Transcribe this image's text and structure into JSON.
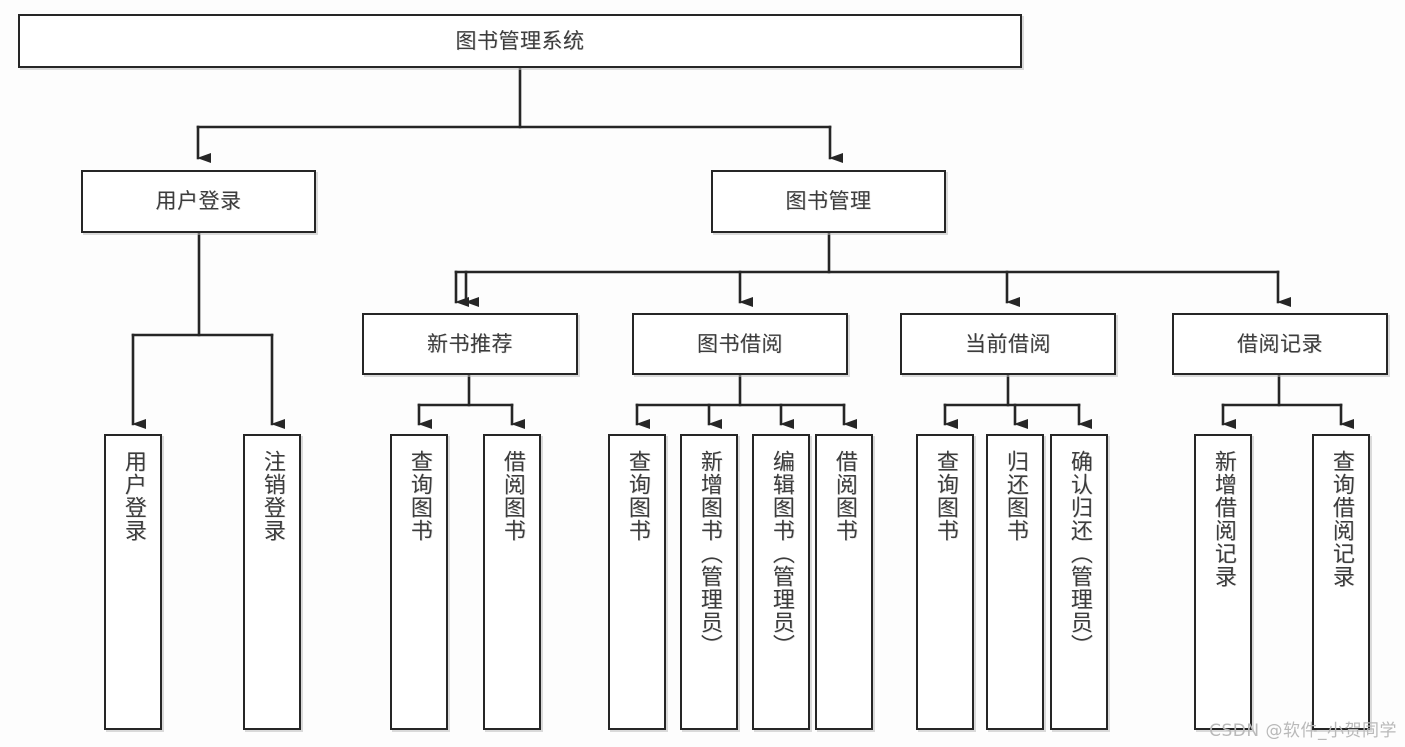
{
  "diagram": {
    "title": "图书管理系统",
    "type": "hierarchy-tree",
    "watermark": "CSDN @软件_小贺同学",
    "colors": {
      "stroke": "#262626",
      "text": "#3c3c3c",
      "background": "#fdfdfd",
      "shadow": "#bebebe",
      "watermark": "#b9b9b9"
    },
    "nodes": {
      "root": {
        "label": "图书管理系统"
      },
      "level2": [
        {
          "id": "user-login",
          "label": "用户登录"
        },
        {
          "id": "book-manage",
          "label": "图书管理"
        }
      ],
      "level3": [
        {
          "id": "new-book-recommend",
          "label": "新书推荐"
        },
        {
          "id": "book-borrow",
          "label": "图书借阅"
        },
        {
          "id": "current-borrow",
          "label": "当前借阅"
        },
        {
          "id": "borrow-record",
          "label": "借阅记录"
        }
      ],
      "leaves": [
        {
          "id": "leaf-user-login",
          "label": "用户登录",
          "parent": "user-login"
        },
        {
          "id": "leaf-logout-login",
          "label": "注销登录",
          "parent": "user-login"
        },
        {
          "id": "leaf-query-book-1",
          "label": "查询图书",
          "parent": "new-book-recommend"
        },
        {
          "id": "leaf-borrow-book-1",
          "label": "借阅图书",
          "parent": "new-book-recommend"
        },
        {
          "id": "leaf-query-book-2",
          "label": "查询图书",
          "parent": "book-borrow"
        },
        {
          "id": "leaf-add-book",
          "label": "新增图书（管理员）",
          "parent": "book-borrow"
        },
        {
          "id": "leaf-edit-book",
          "label": "编辑图书（管理员）",
          "parent": "book-borrow"
        },
        {
          "id": "leaf-borrow-book-2",
          "label": "借阅图书",
          "parent": "book-borrow"
        },
        {
          "id": "leaf-query-book-3",
          "label": "查询图书",
          "parent": "current-borrow"
        },
        {
          "id": "leaf-return-book",
          "label": "归还图书",
          "parent": "current-borrow"
        },
        {
          "id": "leaf-confirm-return",
          "label": "确认归还（管理员）",
          "parent": "current-borrow"
        },
        {
          "id": "leaf-add-record",
          "label": "新增借阅记录",
          "parent": "borrow-record"
        },
        {
          "id": "leaf-query-record",
          "label": "查询借阅记录",
          "parent": "borrow-record"
        }
      ]
    }
  }
}
